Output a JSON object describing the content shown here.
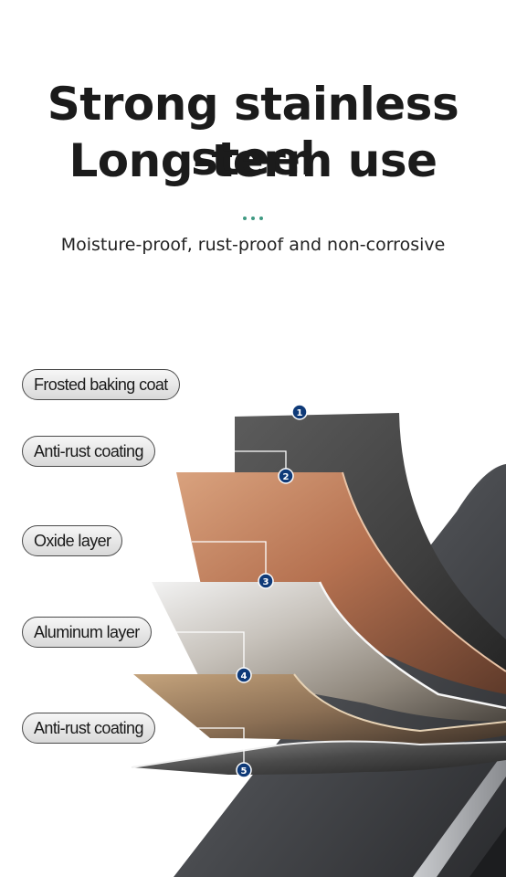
{
  "heading": {
    "line1": "Strong stainless steel",
    "line2": "Long-term use"
  },
  "subtitle": "Moisture-proof, rust-proof and non-corrosive",
  "accent_color": "#3f9a82",
  "layers": [
    {
      "number": "1",
      "label": "Frosted baking coat"
    },
    {
      "number": "2",
      "label": "Anti-rust coating"
    },
    {
      "number": "3",
      "label": "Oxide layer"
    },
    {
      "number": "4",
      "label": "Aluminum layer"
    },
    {
      "number": "5",
      "label": "Anti-rust coating"
    }
  ]
}
